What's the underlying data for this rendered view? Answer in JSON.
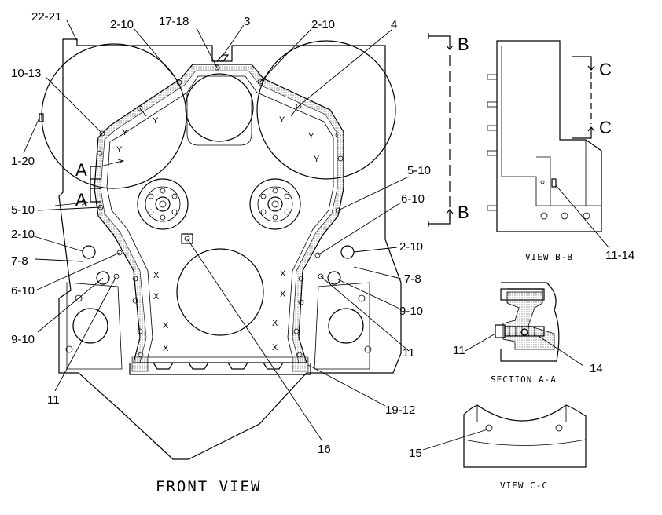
{
  "front_view": {
    "title": "FRONT VIEW",
    "callouts": {
      "c_22_21": "22-21",
      "c_2_10_a": "2-10",
      "c_17_18": "17-18",
      "c_3": "3",
      "c_2_10_b": "2-10",
      "c_4": "4",
      "c_10_13": "10-13",
      "c_1_20": "1-20",
      "c_5_10_l": "5-10",
      "c_5_10_r": "5-10",
      "c_6_10_r": "6-10",
      "c_2_10_l": "2-10",
      "c_2_10_r": "2-10",
      "c_7_8_l": "7-8",
      "c_7_8_r": "7-8",
      "c_6_10_l": "6-10",
      "c_9_10_l": "9-10",
      "c_9_10_r": "9-10",
      "c_11_l": "11",
      "c_11_r": "11",
      "c_19_12": "19-12",
      "c_16": "16"
    },
    "marks": {
      "y": "Y",
      "x": "X",
      "a": "A",
      "b": "B"
    }
  },
  "view_bb": {
    "title": "VIEW B-B",
    "callouts": {
      "c_11_14": "11-14"
    },
    "marks": {
      "c": "C"
    }
  },
  "section_aa": {
    "title": "SECTION A-A",
    "callouts": {
      "c_11": "11",
      "c_14": "14"
    }
  },
  "view_cc": {
    "title": "VIEW C-C",
    "callouts": {
      "c_15": "15"
    }
  }
}
